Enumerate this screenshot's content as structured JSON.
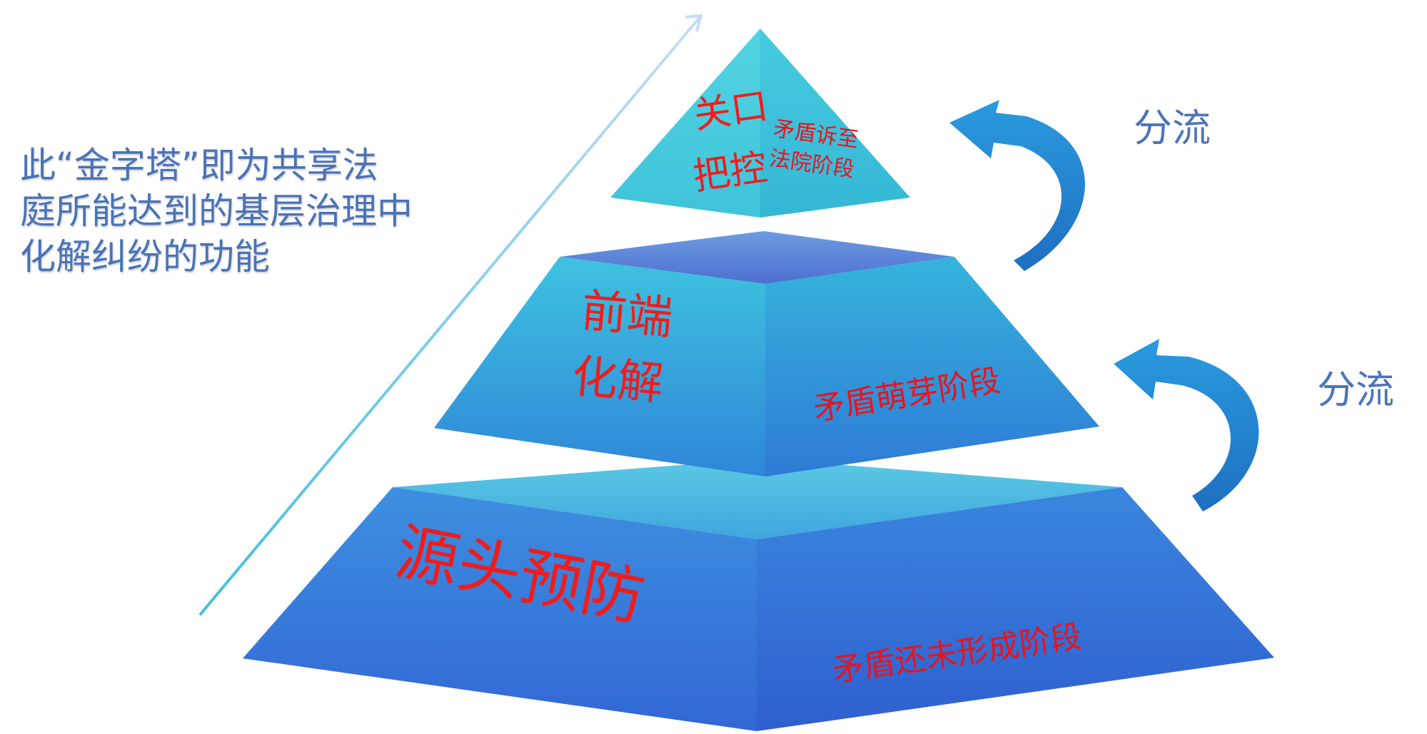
{
  "caption": {
    "lines": [
      "此“金字塔”即为共享法",
      "庭所能达到的基层治理中",
      "化解纠纷的功能"
    ]
  },
  "tiers": {
    "top": {
      "label_lines": [
        "关口",
        "把控"
      ],
      "stage_lines": [
        "矛盾诉至",
        "法院阶段"
      ]
    },
    "middle": {
      "label_lines": [
        "前端",
        "化解"
      ],
      "stage": "矛盾萌芽阶段"
    },
    "bottom": {
      "label": "源头预防",
      "stage": "矛盾还未形成阶段"
    }
  },
  "flows": [
    {
      "label": "分流"
    },
    {
      "label": "分流"
    }
  ],
  "colors": {
    "caption": "#4a73b6",
    "tier_label": "#ee1d1d",
    "flow_label": "#4d74b8",
    "arrow": "#1a7fc9",
    "pyramid_light": "#4fd0de",
    "pyramid_dark": "#2f63cf"
  }
}
